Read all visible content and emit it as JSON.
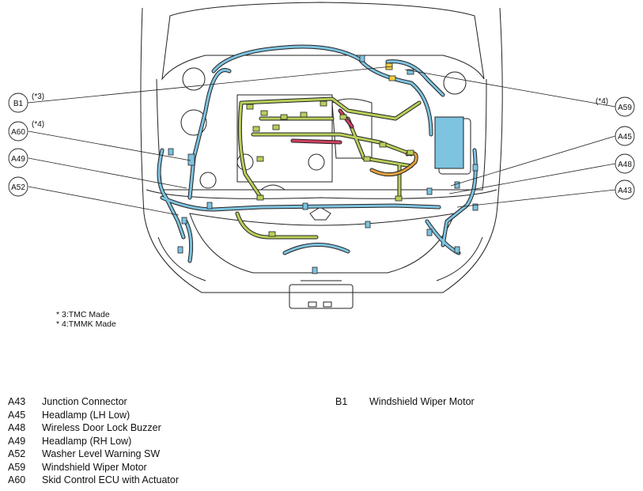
{
  "callouts": [
    {
      "code": "B1",
      "note": "(*3)"
    },
    {
      "code": "A60",
      "note": "(*4)"
    },
    {
      "code": "A49",
      "note": ""
    },
    {
      "code": "A52",
      "note": ""
    },
    {
      "code": "A59",
      "note": "(*4)"
    },
    {
      "code": "A45",
      "note": ""
    },
    {
      "code": "A48",
      "note": ""
    },
    {
      "code": "A43",
      "note": ""
    }
  ],
  "notes": [
    "* 3:TMC Made",
    "* 4:TMMK Made"
  ],
  "legend_left": [
    {
      "code": "A43",
      "name": "Junction Connector"
    },
    {
      "code": "A45",
      "name": "Headlamp (LH Low)"
    },
    {
      "code": "A48",
      "name": "Wireless Door Lock Buzzer"
    },
    {
      "code": "A49",
      "name": "Headlamp (RH Low)"
    },
    {
      "code": "A52",
      "name": "Washer Level Warning SW"
    },
    {
      "code": "A59",
      "name": "Windshield Wiper Motor"
    },
    {
      "code": "A60",
      "name": "Skid Control ECU with Actuator"
    }
  ],
  "legend_right": [
    {
      "code": "B1",
      "name": "Windshield Wiper Motor"
    }
  ],
  "colors": {
    "harness_blue": "#7ec3e0",
    "harness_green": "#b8cf5a",
    "harness_orange": "#e0a040",
    "harness_red": "#d04060",
    "line": "#222222"
  }
}
